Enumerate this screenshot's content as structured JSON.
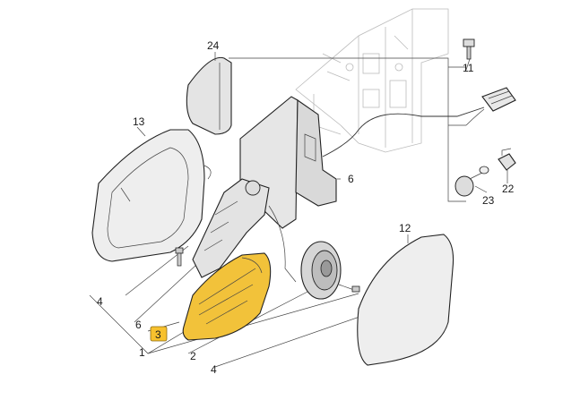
{
  "callouts": [
    {
      "id": "24",
      "label": "24"
    },
    {
      "id": "11",
      "label": "11"
    },
    {
      "id": "13",
      "label": "13"
    },
    {
      "id": "6a",
      "label": "6"
    },
    {
      "id": "23",
      "label": "23"
    },
    {
      "id": "22",
      "label": "22"
    },
    {
      "id": "12",
      "label": "12"
    },
    {
      "id": "4a",
      "label": "4"
    },
    {
      "id": "6b",
      "label": "6"
    },
    {
      "id": "3",
      "label": "3"
    },
    {
      "id": "1",
      "label": "1"
    },
    {
      "id": "2",
      "label": "2"
    },
    {
      "id": "4b",
      "label": "4"
    }
  ],
  "colors": {
    "highlight_part": "#f2c23a",
    "highlight_badge": "#f7c12e",
    "line": "#333333",
    "part_fill": "#ececec"
  },
  "highlighted_callout": "3"
}
